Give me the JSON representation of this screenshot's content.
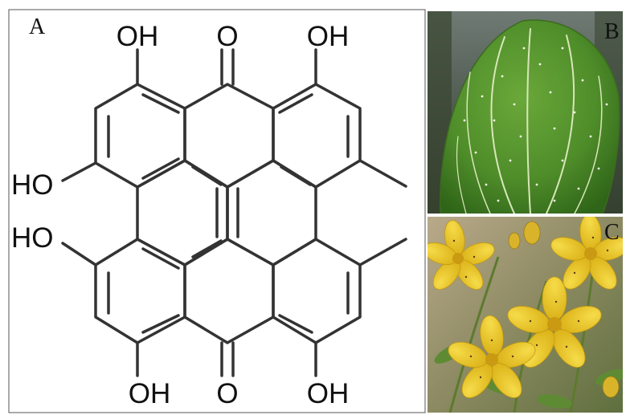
{
  "panels": {
    "a": {
      "label": "A"
    },
    "b": {
      "label": "B"
    },
    "c": {
      "label": "C"
    }
  },
  "molecule": {
    "groups": {
      "oh_top_left": "OH",
      "o_top": "O",
      "oh_top_right": "OH",
      "oh_left_upper": "HO",
      "oh_left_lower": "HO",
      "oh_bottom_left": "OH",
      "o_bottom": "O",
      "oh_bottom_right": "OH"
    }
  },
  "colors": {
    "bond": "#333333",
    "leaf": "#4f8d2a",
    "petal": "#e9c61c"
  }
}
